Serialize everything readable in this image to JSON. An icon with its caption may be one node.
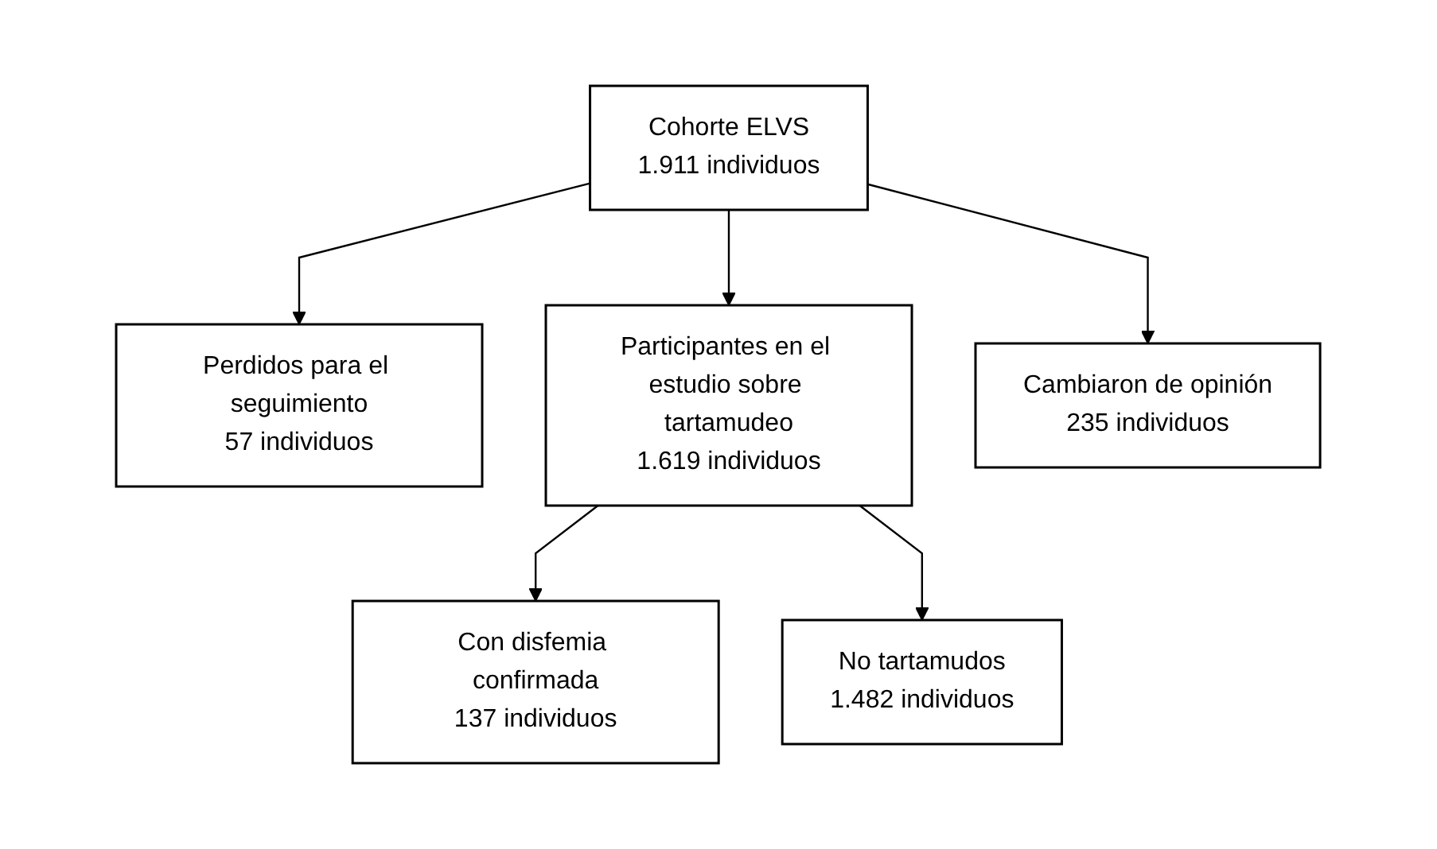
{
  "diagram": {
    "nodes": [
      {
        "text": [
          "Cohorte ELVS",
          "1.911 individuos"
        ]
      },
      {
        "text": [
          "Perdidos para el seguimiento",
          "57 individuos"
        ]
      },
      {
        "text": [
          "Participantes en el estudio sobre tartamudeo",
          "1.619 individuos"
        ]
      },
      {
        "text": [
          "Cambiaron de opinión",
          "235 individuos"
        ]
      },
      {
        "text": [
          "Con disfemia confirmada",
          "137 individuos"
        ]
      },
      {
        "text": [
          "No tartamudos",
          "1.482 individuos"
        ]
      }
    ],
    "edges": [
      {
        "from": 0,
        "to": 1,
        "arrow": "to"
      },
      {
        "from": 0,
        "to": 2,
        "arrow": "to"
      },
      {
        "from": 0,
        "to": 3,
        "arrow": "to"
      },
      {
        "from": 2,
        "to": 4,
        "arrow": "to"
      },
      {
        "from": 2,
        "to": 5,
        "arrow": "to"
      }
    ]
  }
}
